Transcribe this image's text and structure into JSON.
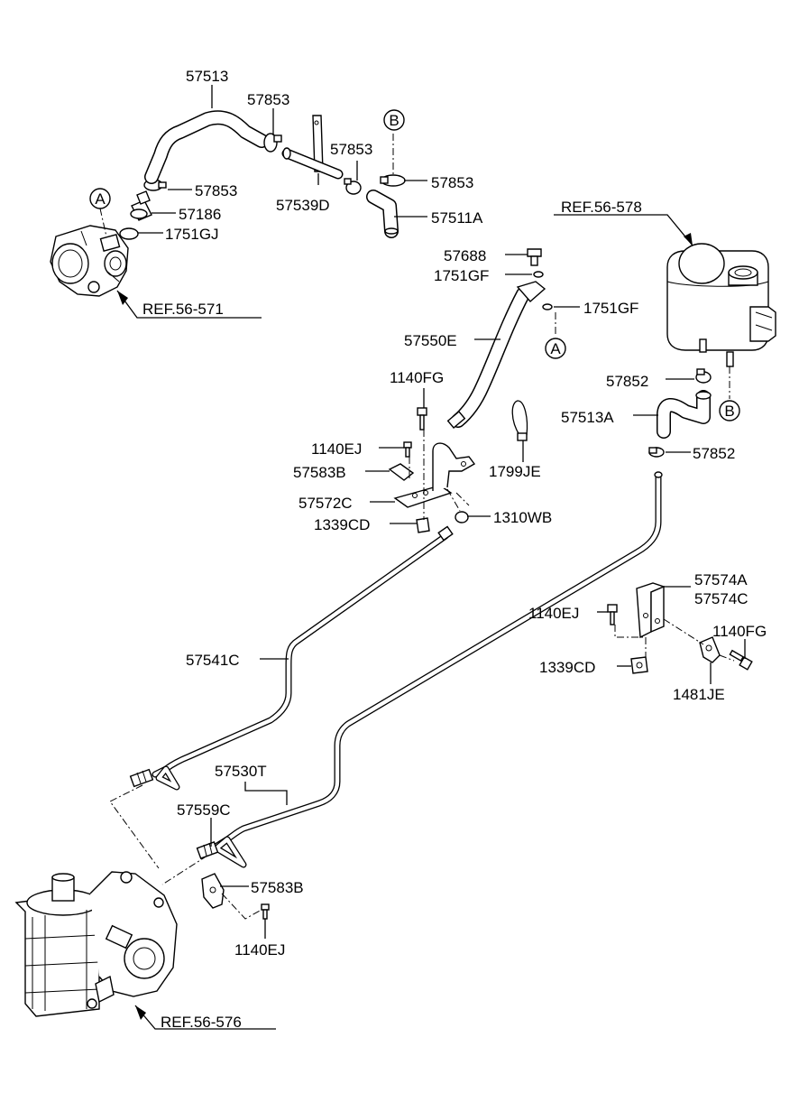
{
  "labels": {
    "p57513": "57513",
    "p57853_a": "57853",
    "p57853_b": "57853",
    "p57853_c": "57853",
    "p57853_d": "57853",
    "p57186": "57186",
    "p1751GJ": "1751GJ",
    "p57539D": "57539D",
    "p57511A": "57511A",
    "ref_56_571": "REF.56-571",
    "ref_56_578": "REF.56-578",
    "ref_56_576": "REF.56-576",
    "p57688": "57688",
    "p1751GF_a": "1751GF",
    "p1751GF_b": "1751GF",
    "p57550E": "57550E",
    "p1140FG_a": "1140FG",
    "p1140EJ_a": "1140EJ",
    "p57583B_a": "57583B",
    "p57572C": "57572C",
    "p1339CD_a": "1339CD",
    "p1310WB": "1310WB",
    "p1799JE": "1799JE",
    "p57852_a": "57852",
    "p57513A": "57513A",
    "p57852_b": "57852",
    "p57574A": "57574A",
    "p57574C": "57574C",
    "p1140EJ_b": "1140EJ",
    "p1140FG_b": "1140FG",
    "p1339CD_b": "1339CD",
    "p1481JE": "1481JE",
    "p57541C": "57541C",
    "p57530T": "57530T",
    "p57559C": "57559C",
    "p57583B_b": "57583B",
    "p1140EJ_c": "1140EJ"
  },
  "markers": {
    "a_top": "A",
    "b_top": "B",
    "a_mid": "A",
    "b_mid": "B"
  },
  "colors": {
    "ink": "#000000",
    "paper": "#ffffff"
  }
}
